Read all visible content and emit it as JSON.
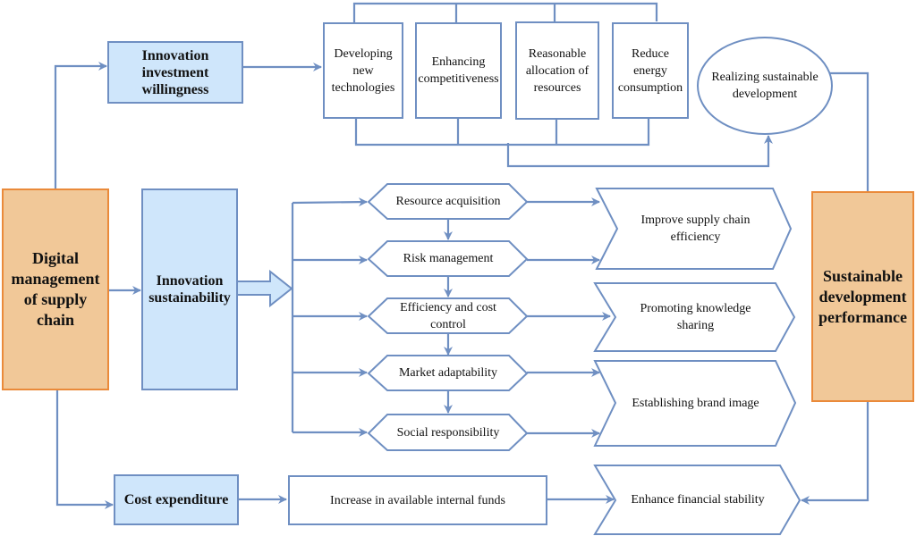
{
  "diagram": {
    "drivers": {
      "digital_management": "Digital management of supply chain",
      "innovation_investment": "Innovation investment willingness",
      "innovation_sustainability": "Innovation sustainability",
      "cost_expenditure": "Cost expenditure"
    },
    "investment_outcomes": [
      "Developing new technologies",
      "Enhancing competitiveness",
      "Reasonable allocation of resources",
      "Reduce energy consumption"
    ],
    "realizing": "Realizing sustainable development",
    "sustainability_steps": [
      "Resource acquisition",
      "Risk management",
      "Efficiency and cost control",
      "Market adaptability",
      "Social responsibility"
    ],
    "effects": [
      "Improve supply chain efficiency",
      "Promoting knowledge sharing",
      "Establishing brand image",
      "Enhance financial stability"
    ],
    "internal_funds": "Increase in available internal funds",
    "performance": "Sustainable development performance",
    "colors": {
      "line": "#6f8fc2",
      "blue_fill": "#cfe6fb",
      "orange_fill": "#f1c898",
      "orange_border": "#ea8a3a"
    }
  }
}
